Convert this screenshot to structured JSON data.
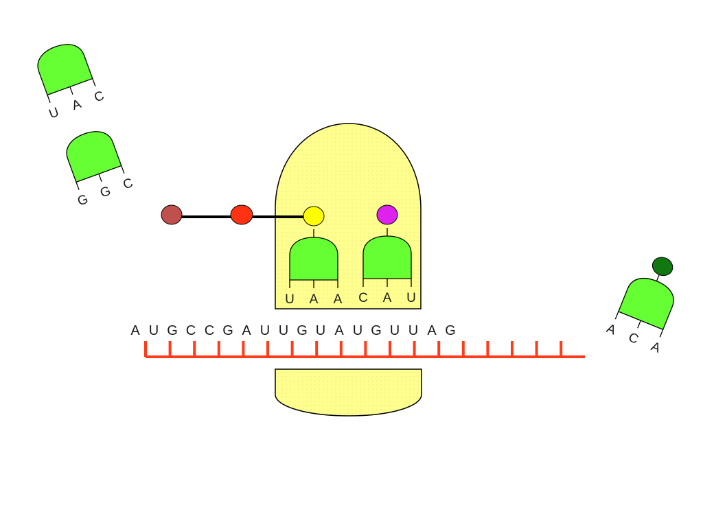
{
  "colors": {
    "ribosome": "#ffff8f",
    "trna": "#66ff33",
    "mrna": "#ff3c1a",
    "outline": "#000000",
    "aa_brown": "#c0504d",
    "aa_red": "#ff3311",
    "aa_yellow": "#ffff00",
    "aa_magenta": "#dd22ee",
    "aa_darkgreen": "#117711"
  },
  "free_trna_1": {
    "anticodon": [
      "U",
      "A",
      "C"
    ]
  },
  "free_trna_2": {
    "anticodon": [
      "G",
      "G",
      "C"
    ]
  },
  "p_site_trna": {
    "anticodon": [
      "U",
      "A",
      "A"
    ]
  },
  "a_site_trna": {
    "anticodon": [
      "C",
      "A",
      "U"
    ]
  },
  "incoming_trna": {
    "anticodon": [
      "A",
      "C",
      "A"
    ]
  },
  "mrna": {
    "sequence": [
      "A",
      "U",
      "G",
      "C",
      "C",
      "G",
      "A",
      "U",
      "U",
      "G",
      "U",
      "A",
      "U",
      "G",
      "U",
      "U",
      "A",
      "G"
    ]
  }
}
